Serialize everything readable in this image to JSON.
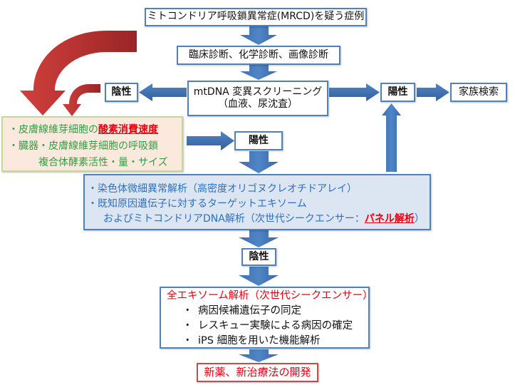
{
  "colors": {
    "box_border_blue": "#4f81bd",
    "arrow_blue": "#4a7ebb",
    "arrow_red": "#c0392b",
    "highlight_red": "#e60012",
    "fibro_box_fill": "#fce9dd",
    "fibro_text_green": "#2f9e44",
    "genetic_box_fill": "#dce6f2",
    "genetic_text_blue": "#2e6fbf",
    "final_box_border": "#c0504d"
  },
  "nodes": {
    "suspected_case": "ミトコンドリア呼吸鎖異常症(MRCD)を疑う症例",
    "diagnosis": "臨床診断、化学診断、画像診断",
    "mtdna_screening": {
      "line1": "mtDNA 変異スクリーニング",
      "line2": "（血液、尿沈査）"
    },
    "negative_1": "陰性",
    "positive_1": "陽性",
    "family_search": "家族検索",
    "fibroblast_analysis": {
      "item1_prefix": "・皮膚線維芽細胞の",
      "item1_highlight": "酸素消費速度",
      "item2_line1": "・臓器・皮膚線維芽細胞の呼吸鎖",
      "item2_line2": "複合体酵素活性・量・サイズ"
    },
    "positive_2": "陽性",
    "genetic_analysis": {
      "item1": "・染色体微細異常解析（高密度オリゴヌクレオチドアレイ）",
      "item2_line1": "・既知原因遺伝子に対するターゲットエキソーム",
      "item2_line2_prefix": "およびミトコンドリアDNA解析（次世代シークエンサー：",
      "item2_line2_highlight": "パネル解析",
      "item2_line2_suffix": "）"
    },
    "negative_2": "陰性",
    "whole_exome": {
      "title": "全エキソーム解析（次世代シークエンサー）",
      "bullet": "・",
      "items": [
        "病因候補遺伝子の同定",
        "レスキュー実験による病因の確定",
        "iPS 細胞を用いた機能解析"
      ]
    },
    "outcome": "新薬、新治療法の開発"
  }
}
